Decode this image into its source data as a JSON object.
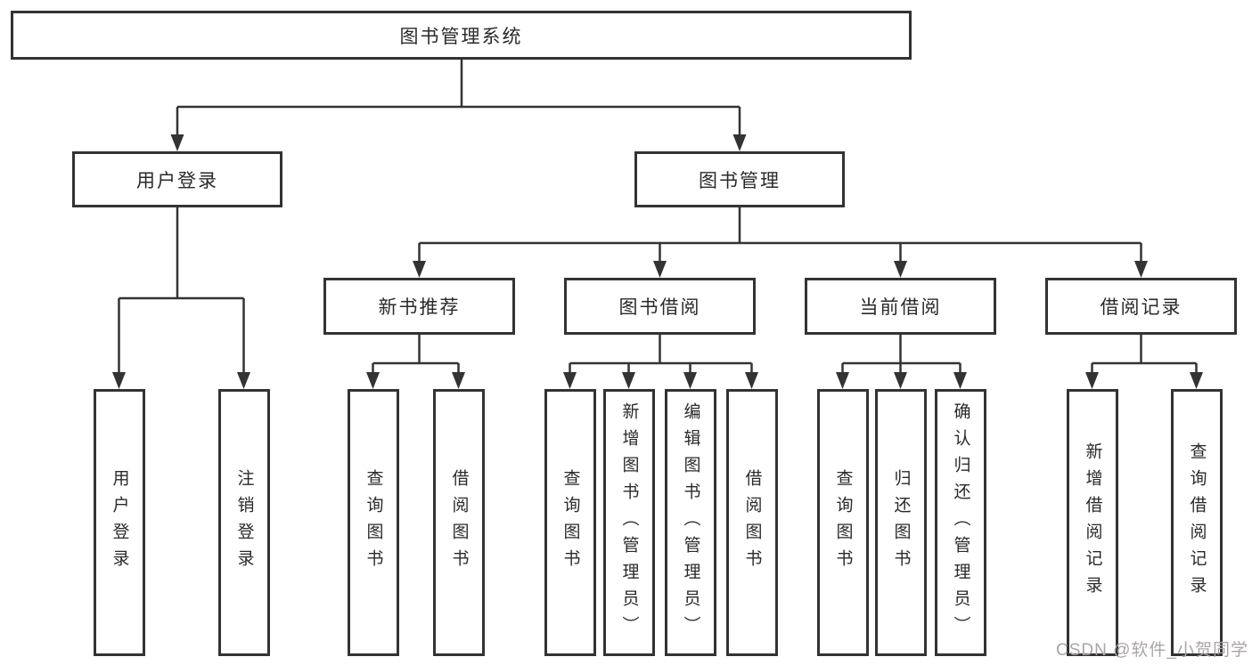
{
  "diagram": {
    "title": "图书管理系统",
    "level2": {
      "user_login": "用户登录",
      "book_management": "图书管理"
    },
    "level3": {
      "new_book_recommend": "新书推荐",
      "book_borrow": "图书借阅",
      "current_borrow": "当前借阅",
      "borrow_record": "借阅记录"
    },
    "leaves": {
      "user_login": "用户登录",
      "logout": "注销登录",
      "nb_query_book": "查询图书",
      "nb_borrow_book": "借阅图书",
      "bb_query_book": "查询图书",
      "bb_add_book": "新增图书（管理员）",
      "bb_edit_book": "编辑图书（管理员）",
      "bb_borrow_book": "借阅图书",
      "cb_query_book": "查询图书",
      "cb_return_book": "归还图书",
      "cb_confirm_return": "确认归还（管理员）",
      "br_add_record": "新增借阅记录",
      "br_query_record": "查询借阅记录"
    }
  },
  "watermark": "CSDN @软件_小贺同学",
  "colors": {
    "line": "#333333",
    "text": "#2a2a2a",
    "background": "#ffffff",
    "watermark_text": "#aaa4a7"
  }
}
